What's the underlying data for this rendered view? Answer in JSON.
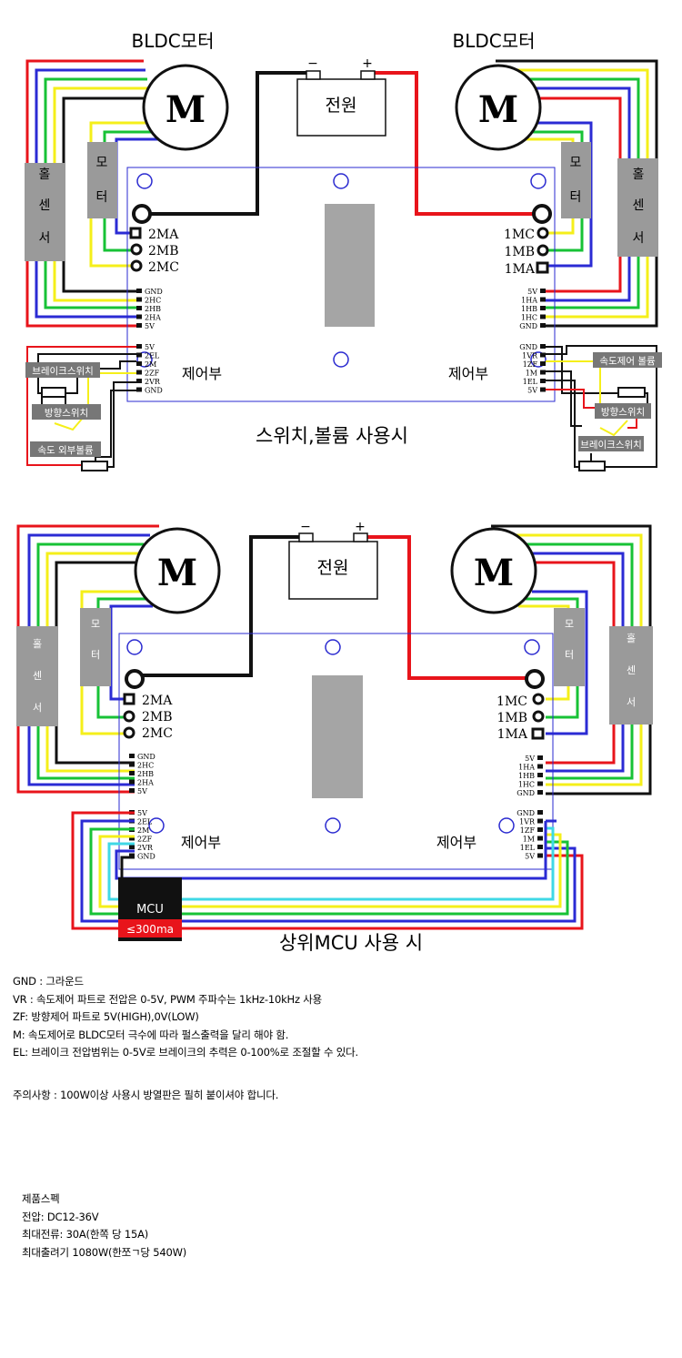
{
  "top": {
    "motor_left_title": "BLDC모터",
    "motor_right_title": "BLDC모터",
    "motor_letter": "M",
    "power_label": "전원",
    "minus": "−",
    "plus": "+",
    "hall_left": [
      "홀",
      "센",
      "서"
    ],
    "motor_tag_left": [
      "모",
      "터"
    ],
    "hall_right": [
      "홀",
      "센",
      "서"
    ],
    "motor_tag_right": [
      "모",
      "터"
    ],
    "left_phase_labels": [
      "2MA",
      "2MB",
      "2MC"
    ],
    "right_phase_labels": [
      "1MC",
      "1MB",
      "1MA"
    ],
    "left_hall_pins": [
      "GND",
      "2HC",
      "2HB",
      "2HA",
      "5V"
    ],
    "right_hall_pins": [
      "5V",
      "1HA",
      "1HB",
      "1HC",
      "GND"
    ],
    "left_ctrl_pins": [
      "5V",
      "2EL",
      "2M",
      "2ZF",
      "2VR",
      "GND"
    ],
    "right_ctrl_pins": [
      "GND",
      "1VR",
      "1ZF",
      "1M",
      "1EL",
      "5V"
    ],
    "control_left": "제어부",
    "control_right": "제어부",
    "switch_left": [
      "브레이크스위치",
      "방향스위치",
      "속도 외부볼륨"
    ],
    "switch_right": [
      "속도제어 볼륨",
      "방향스위치",
      "브레이크스위치"
    ],
    "caption": "스위치,볼륨 사용시"
  },
  "bottom": {
    "motor_letter": "M",
    "power_label": "전원",
    "minus": "−",
    "plus": "+",
    "hall_left": [
      "홀",
      "센",
      "서"
    ],
    "motor_tag_left": [
      "모",
      "터"
    ],
    "hall_right": [
      "홀",
      "센",
      "서"
    ],
    "motor_tag_right": [
      "모",
      "터"
    ],
    "left_phase_labels": [
      "2MA",
      "2MB",
      "2MC"
    ],
    "right_phase_labels": [
      "1MC",
      "1MB",
      "1MA"
    ],
    "left_hall_pins": [
      "GND",
      "2HC",
      "2HB",
      "2HA",
      "5V"
    ],
    "right_hall_pins": [
      "5V",
      "1HA",
      "1HB",
      "1HC",
      "GND"
    ],
    "left_ctrl_pins": [
      "5V",
      "2EL",
      "2M",
      "2ZF",
      "2VR",
      "GND"
    ],
    "right_ctrl_pins": [
      "GND",
      "1VR",
      "1ZF",
      "1M",
      "1EL",
      "5V"
    ],
    "control_left": "제어부",
    "control_right": "제어부",
    "mcu_label": "MCU",
    "mcu_current": "≤300ma",
    "caption": "상위MCU 사용 시"
  },
  "notes": {
    "gnd": "GND : 그라운드",
    "vr": "VR : 속도제어 파트로 전압은 0-5V, PWM 주파수는 1kHz-10kHz 사용",
    "zf": "ZF: 방향제어 파트로 5V(HIGH),0V(LOW)",
    "m": "M: 속도제어로 BLDC모터 극수에 따라 펄스출력을 달리 해야 함.",
    "el": "EL: 브레이크 전압범위는 0-5V로 브레이크의 추력은 0-100%로 조절할 수 있다.",
    "caution": "주의사항 : 100W이상 사용시 방열판은 필히 붙이셔야 합니다."
  },
  "spec": {
    "title": "제품스펙",
    "voltage": "전압: DC12-36V",
    "current": "최대전류: 30A(한쪽 당 15A)",
    "power": "최대출려기 1080W(한쪼ㄱ당 540W)"
  },
  "colors": {
    "red": "#e8141b",
    "blue": "#2b2bd4",
    "green": "#17c236",
    "yellow": "#f5ef1a",
    "black": "#111111",
    "cyan": "#3fd8e6",
    "board": "#2a2ad0",
    "gray": "#9a9a9a"
  }
}
